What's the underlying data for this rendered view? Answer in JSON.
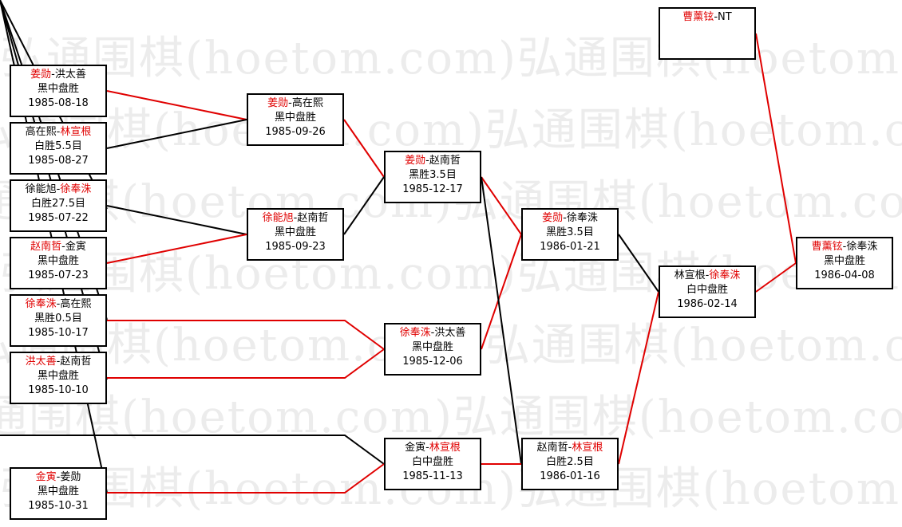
{
  "watermark": "弘通围棋(hoetom.com)",
  "colors": {
    "winner": "#e00000",
    "line_win": "#e00000",
    "line_loss": "#000000",
    "border": "#000000"
  },
  "matches": {
    "r1_1": {
      "p1": "姜勋",
      "p2": "洪太善",
      "winner": "p1",
      "result": "黑中盘胜",
      "date": "1985-08-18"
    },
    "r1_2": {
      "p1": "高在熙",
      "p2": "林宣根",
      "winner": "p2",
      "result": "白胜5.5目",
      "date": "1985-08-27"
    },
    "r1_3": {
      "p1": "徐能旭",
      "p2": "徐奉洙",
      "winner": "p2",
      "result": "白胜27.5目",
      "date": "1985-07-22"
    },
    "r1_4": {
      "p1": "赵南哲",
      "p2": "金寅",
      "winner": "p1",
      "result": "黑中盘胜",
      "date": "1985-07-23"
    },
    "r1_5": {
      "p1": "徐奉洙",
      "p2": "高在熙",
      "winner": "p1",
      "result": "黑胜0.5目",
      "date": "1985-10-17"
    },
    "r1_6": {
      "p1": "洪太善",
      "p2": "赵南哲",
      "winner": "p1",
      "result": "黑中盘胜",
      "date": "1985-10-10"
    },
    "r1_7": {
      "p1": "金寅",
      "p2": "姜勋",
      "winner": "p1",
      "result": "黑中盘胜",
      "date": "1985-10-31"
    },
    "r2_1": {
      "p1": "姜勋",
      "p2": "高在熙",
      "winner": "p1",
      "result": "黑中盘胜",
      "date": "1985-09-26"
    },
    "r2_2": {
      "p1": "徐能旭",
      "p2": "赵南哲",
      "winner": "p1",
      "result": "黑中盘胜",
      "date": "1985-09-23"
    },
    "r3_1": {
      "p1": "姜勋",
      "p2": "赵南哲",
      "winner": "p1",
      "result": "黑胜3.5目",
      "date": "1985-12-17"
    },
    "r3_2": {
      "p1": "徐奉洙",
      "p2": "洪太善",
      "winner": "p1",
      "result": "黑中盘胜",
      "date": "1985-12-06"
    },
    "r3_3": {
      "p1": "金寅",
      "p2": "林宣根",
      "winner": "p2",
      "result": "白中盘胜",
      "date": "1985-11-13"
    },
    "r4_1": {
      "p1": "姜勋",
      "p2": "徐奉洙",
      "winner": "p1",
      "result": "黑胜3.5目",
      "date": "1986-01-21"
    },
    "r4_2": {
      "p1": "赵南哲",
      "p2": "林宣根",
      "winner": "p2",
      "result": "白胜2.5目",
      "date": "1986-01-16"
    },
    "r5_1": {
      "p1": "林宣根",
      "p2": "徐奉洙",
      "winner": "p2",
      "result": "白中盘胜",
      "date": "1986-02-14"
    },
    "final": {
      "p1": "曹薰铉",
      "p2": "徐奉洙",
      "winner": "p1",
      "result": "黑中盘胜",
      "date": "1986-04-08"
    },
    "seed": {
      "p1": "曹薰铉",
      "p2": "NT",
      "winner": "p1"
    }
  }
}
